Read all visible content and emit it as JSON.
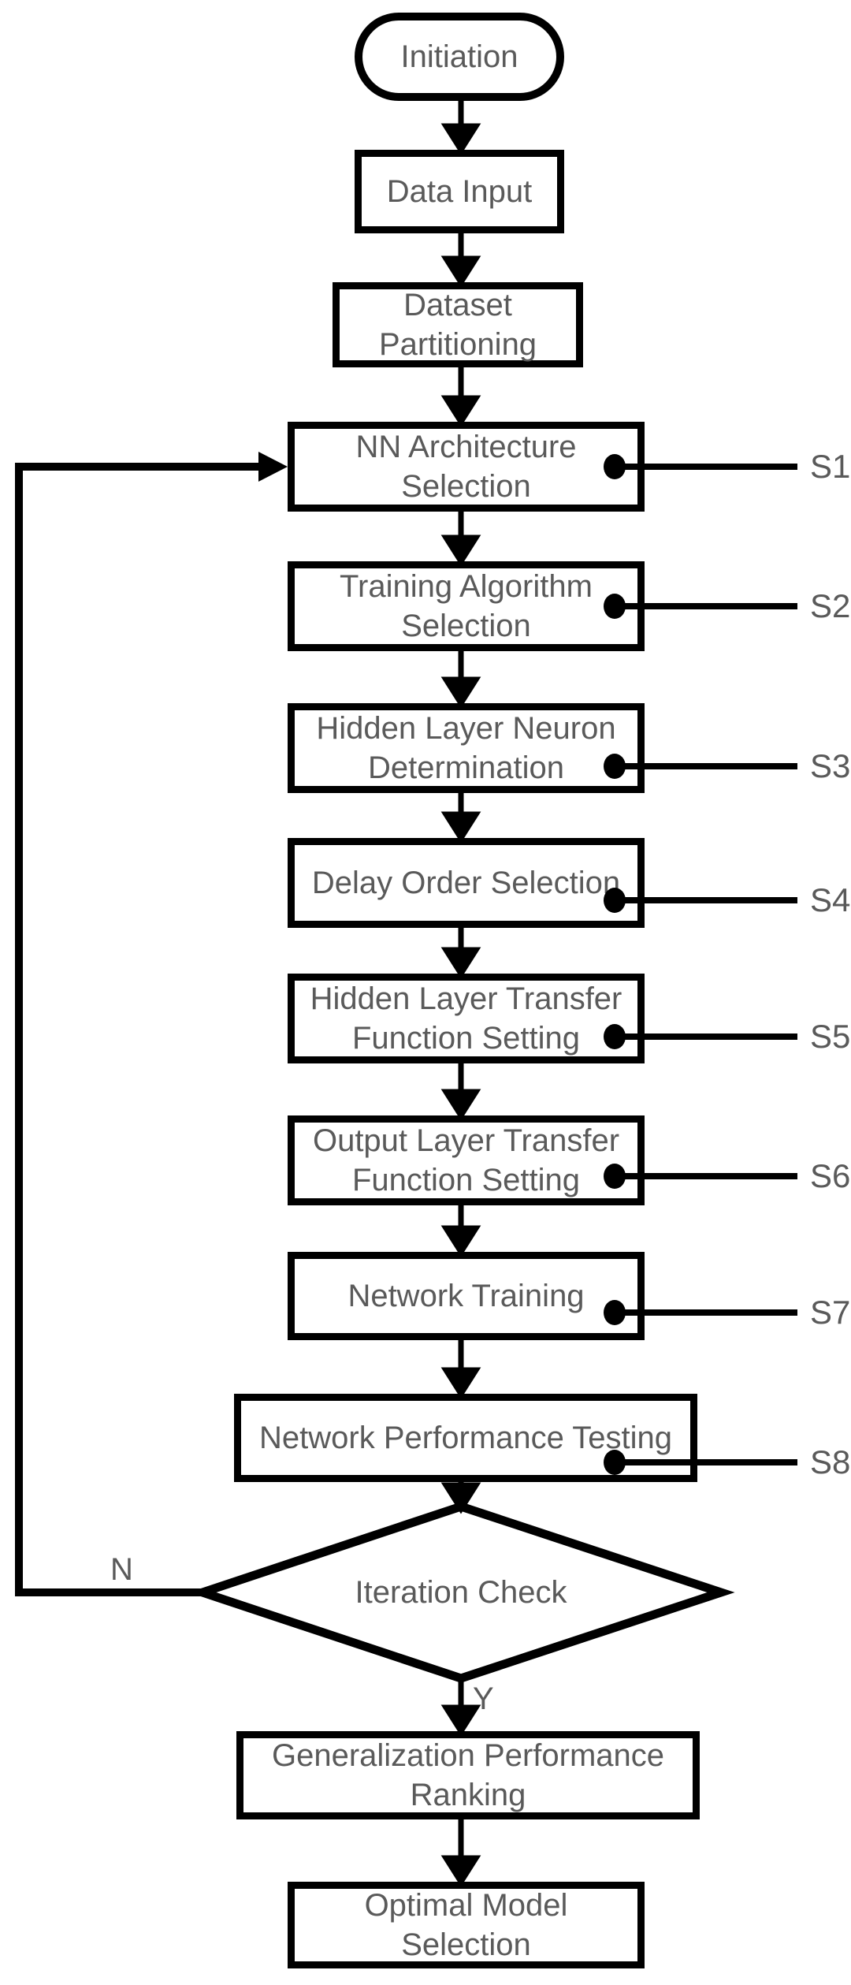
{
  "nodes": {
    "initiation": {
      "label": "Initiation"
    },
    "data_input": {
      "label": "Data Input"
    },
    "dataset_partitioning": {
      "label": "Dataset Partitioning"
    },
    "nn_architecture_selection": {
      "label": "NN Architecture Selection",
      "step": "S1"
    },
    "training_algorithm_selection": {
      "label": "Training Algorithm Selection",
      "step": "S2"
    },
    "hidden_layer_neuron_determination": {
      "label": "Hidden Layer Neuron Determination",
      "step": "S3"
    },
    "delay_order_selection": {
      "label": "Delay Order Selection",
      "step": "S4"
    },
    "hidden_layer_transfer_function_setting": {
      "label": "Hidden Layer Transfer Function Setting",
      "step": "S5"
    },
    "output_layer_transfer_function_setting": {
      "label": "Output Layer Transfer Function Setting",
      "step": "S6"
    },
    "network_training": {
      "label": "Network Training",
      "step": "S7"
    },
    "network_performance_testing": {
      "label": "Network Performance Testing",
      "step": "S8"
    },
    "iteration_check": {
      "label": "Iteration Check"
    },
    "generalization_performance_ranking": {
      "label": "Generalization Performance Ranking"
    },
    "optimal_model_selection": {
      "label": "Optimal Model Selection"
    }
  },
  "branches": {
    "no": "N",
    "yes": "Y"
  },
  "colors": {
    "line": "#000000",
    "text": "#5a5a5a",
    "background": "#ffffff"
  }
}
